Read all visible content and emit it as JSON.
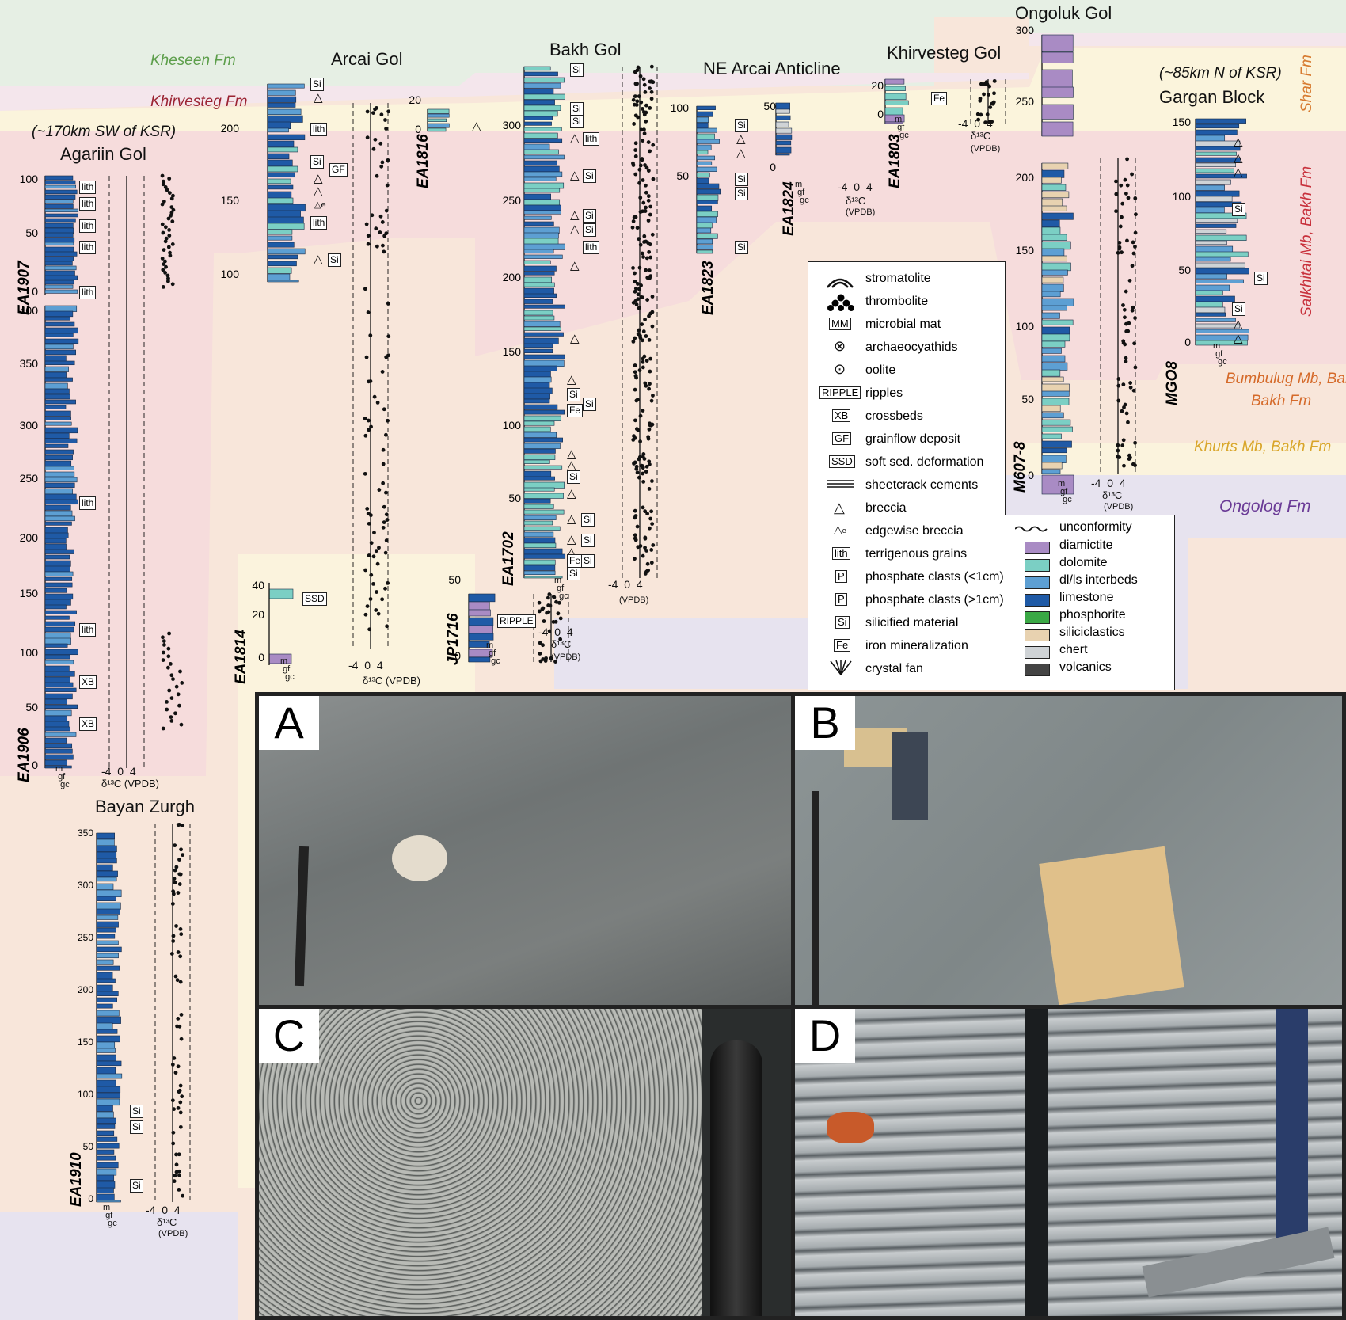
{
  "formations": {
    "kheseen": "Kheseen Fm",
    "khirvesteg": "Khirvesteg Fm",
    "shar": "Shar Fm",
    "salkhitai": "Salkhitai Mb, Bakh Fm",
    "bumbulug": "Bumbulug Mb, Bakh Fm",
    "khurts": "Khurts Mb, Bakh Fm",
    "ongolog": "Ongolog Fm"
  },
  "colors": {
    "kheseen": "#e6efe4",
    "khirvesteg": "#f4e6ec",
    "shar": "#fbf4dc",
    "salkhitai": "#f6dcdc",
    "bumbulug": "#f8e6da",
    "khurts": "#fbf3dd",
    "ongolog": "#e7e3ef",
    "limestone": "#1f5aa6",
    "dolomite": "#7bcfc4",
    "dl_ls": "#5d9fd3",
    "diamictite": "#a98bc4",
    "phosphorite": "#3aa845",
    "siliciclastics": "#e8d2b0",
    "chert": "#cfd3d6",
    "volcanics": "#444444"
  },
  "sections": {
    "agariin": {
      "location": "(~170km SW of KSR)",
      "title": "Agariin Gol",
      "id_top": "EA1907",
      "id_bottom": "EA1906",
      "ticks_top": [
        "100",
        "50",
        "0"
      ],
      "ticks_bottom": [
        "400",
        "350",
        "300",
        "250",
        "200",
        "150",
        "100",
        "50",
        "0"
      ],
      "labels": [
        "lith",
        "lith",
        "lith",
        "lith",
        "lith",
        "lith",
        "lith",
        "XB",
        "XB"
      ]
    },
    "bayan": {
      "title": "Bayan Zurgh",
      "id": "EA1910",
      "ticks": [
        "350",
        "300",
        "250",
        "200",
        "150",
        "100",
        "50",
        "0"
      ],
      "labels": [
        "Si",
        "Si",
        "Si"
      ]
    },
    "arcai": {
      "title": "Arcai Gol",
      "id_top": "EA1816",
      "id_bottom": "EA1814",
      "ticks": [
        "200",
        "150",
        "100"
      ],
      "ticks_816": [
        "20",
        "0"
      ],
      "ticks_814": [
        "40",
        "20",
        "0"
      ],
      "labels": [
        "Si",
        "lith",
        "Si",
        "GF",
        "e",
        "lith",
        "Si",
        "SSD"
      ]
    },
    "bakh": {
      "title": "Bakh Gol",
      "id": "EA1702",
      "id_bottom": "JP1716",
      "ticks": [
        "300",
        "250",
        "200",
        "150",
        "100",
        "50"
      ],
      "ticks_jp": [
        "50",
        "0"
      ],
      "labels": [
        "Si",
        "Si",
        "Si",
        "Si",
        "Si",
        "Si",
        "lith",
        "Si",
        "Fe",
        "Si",
        "Si",
        "Si",
        "Si",
        "Fe",
        "Si",
        "RIPPLE"
      ]
    },
    "nearcai": {
      "title": "NE Arcai Anticline",
      "id": "EA1823",
      "id_b": "EA1824",
      "ticks": [
        "100",
        "50"
      ],
      "ticks_b": [
        "50",
        "0"
      ],
      "labels": [
        "Si",
        "Si",
        "Si",
        "Si"
      ]
    },
    "khirvesteg": {
      "title": "Khirvesteg Gol",
      "id": "EA1803",
      "ticks": [
        "20",
        "0"
      ],
      "labels": [
        "Fe"
      ]
    },
    "ongoluk": {
      "title": "Ongoluk Gol",
      "id": "M607-8",
      "ticks": [
        "300",
        "250",
        "200",
        "150",
        "100",
        "50",
        "0"
      ]
    },
    "gargan": {
      "location": "(~85km N of KSR)",
      "title": "Gargan Block",
      "id": "MGO8",
      "ticks": [
        "150",
        "100",
        "50",
        "0"
      ],
      "labels": [
        "Si",
        "Si",
        "Si"
      ]
    }
  },
  "axis": {
    "d13c": "δ¹³C (VPDB)",
    "d13c_short": "δ¹³C",
    "vpdb": "(VPDB)",
    "scale": [
      "-4",
      "0",
      "4"
    ],
    "grain": [
      "m",
      "gf",
      "gc"
    ]
  },
  "legend": {
    "symbols": [
      "stromatolite",
      "thrombolite",
      "microbial mat",
      "archaeocyathids",
      "oolite",
      "ripples",
      "crossbeds",
      "grainflow deposit",
      "soft sed. deformation",
      "sheetcrack cements",
      "breccia",
      "edgewise breccia",
      "terrigenous grains",
      "phosphate clasts (<1cm)",
      "phosphate clasts (>1cm)",
      "silicified material",
      "iron mineralization",
      "crystal fan"
    ],
    "codes": [
      "MM",
      "RIPPLE",
      "XB",
      "GF",
      "SSD",
      "e",
      "lith",
      "P",
      "P",
      "Si",
      "Fe"
    ],
    "lithologies": [
      "unconformity",
      "diamictite",
      "dolomite",
      "dl/ls interbeds",
      "limestone",
      "phosphorite",
      "siliciclastics",
      "chert",
      "volcanics"
    ]
  },
  "photos": {
    "a": "A",
    "b": "B",
    "c": "C",
    "d": "D"
  }
}
